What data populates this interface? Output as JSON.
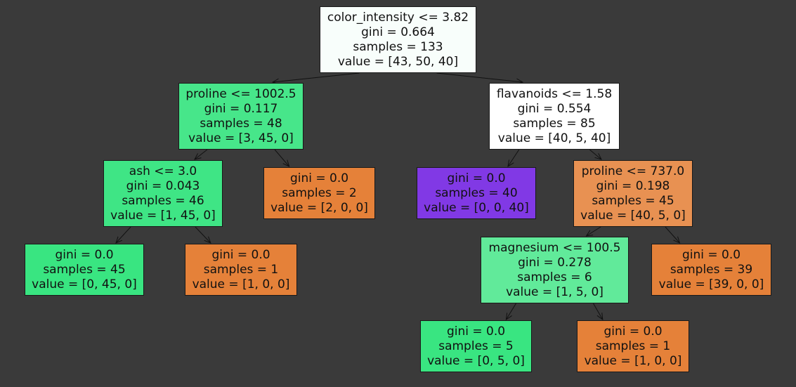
{
  "tree": {
    "nodes": [
      {
        "id": "n0",
        "color": "#f8fefb",
        "lines": [
          "color_intensity <= 3.82",
          "gini = 0.664",
          "samples = 133",
          "value = [43, 50, 40]"
        ]
      },
      {
        "id": "n1",
        "color": "#47e68a",
        "lines": [
          "proline <= 1002.5",
          "gini = 0.117",
          "samples = 48",
          "value = [3, 45, 0]"
        ]
      },
      {
        "id": "n2",
        "color": "#ffffff",
        "lines": [
          "flavanoids <= 1.58",
          "gini = 0.554",
          "samples = 85",
          "value = [40, 5, 40]"
        ]
      },
      {
        "id": "n3",
        "color": "#3fe585",
        "lines": [
          "ash <= 3.0",
          "gini = 0.043",
          "samples = 46",
          "value = [1, 45, 0]"
        ]
      },
      {
        "id": "n4",
        "color": "#e58139",
        "lines": [
          "gini = 0.0",
          "samples = 2",
          "value = [2, 0, 0]"
        ]
      },
      {
        "id": "n5",
        "color": "#8139e5",
        "lines": [
          "gini = 0.0",
          "samples = 40",
          "value = [0, 0, 40]"
        ]
      },
      {
        "id": "n6",
        "color": "#e89152",
        "lines": [
          "proline <= 737.0",
          "gini = 0.198",
          "samples = 45",
          "value = [40, 5, 0]"
        ]
      },
      {
        "id": "n7",
        "color": "#39e581",
        "lines": [
          "gini = 0.0",
          "samples = 45",
          "value = [0, 45, 0]"
        ]
      },
      {
        "id": "n8",
        "color": "#e58139",
        "lines": [
          "gini = 0.0",
          "samples = 1",
          "value = [1, 0, 0]"
        ]
      },
      {
        "id": "n9",
        "color": "#61ea9a",
        "lines": [
          "magnesium <= 100.5",
          "gini = 0.278",
          "samples = 6",
          "value = [1, 5, 0]"
        ]
      },
      {
        "id": "n10",
        "color": "#e58139",
        "lines": [
          "gini = 0.0",
          "samples = 39",
          "value = [39, 0, 0]"
        ]
      },
      {
        "id": "n11",
        "color": "#39e581",
        "lines": [
          "gini = 0.0",
          "samples = 5",
          "value = [0, 5, 0]"
        ]
      },
      {
        "id": "n12",
        "color": "#e58139",
        "lines": [
          "gini = 0.0",
          "samples = 1",
          "value = [1, 0, 0]"
        ]
      }
    ],
    "edges": [
      [
        "n0",
        "n1"
      ],
      [
        "n0",
        "n2"
      ],
      [
        "n1",
        "n3"
      ],
      [
        "n1",
        "n4"
      ],
      [
        "n2",
        "n5"
      ],
      [
        "n2",
        "n6"
      ],
      [
        "n3",
        "n7"
      ],
      [
        "n3",
        "n8"
      ],
      [
        "n6",
        "n9"
      ],
      [
        "n6",
        "n10"
      ],
      [
        "n9",
        "n11"
      ],
      [
        "n9",
        "n12"
      ]
    ]
  }
}
